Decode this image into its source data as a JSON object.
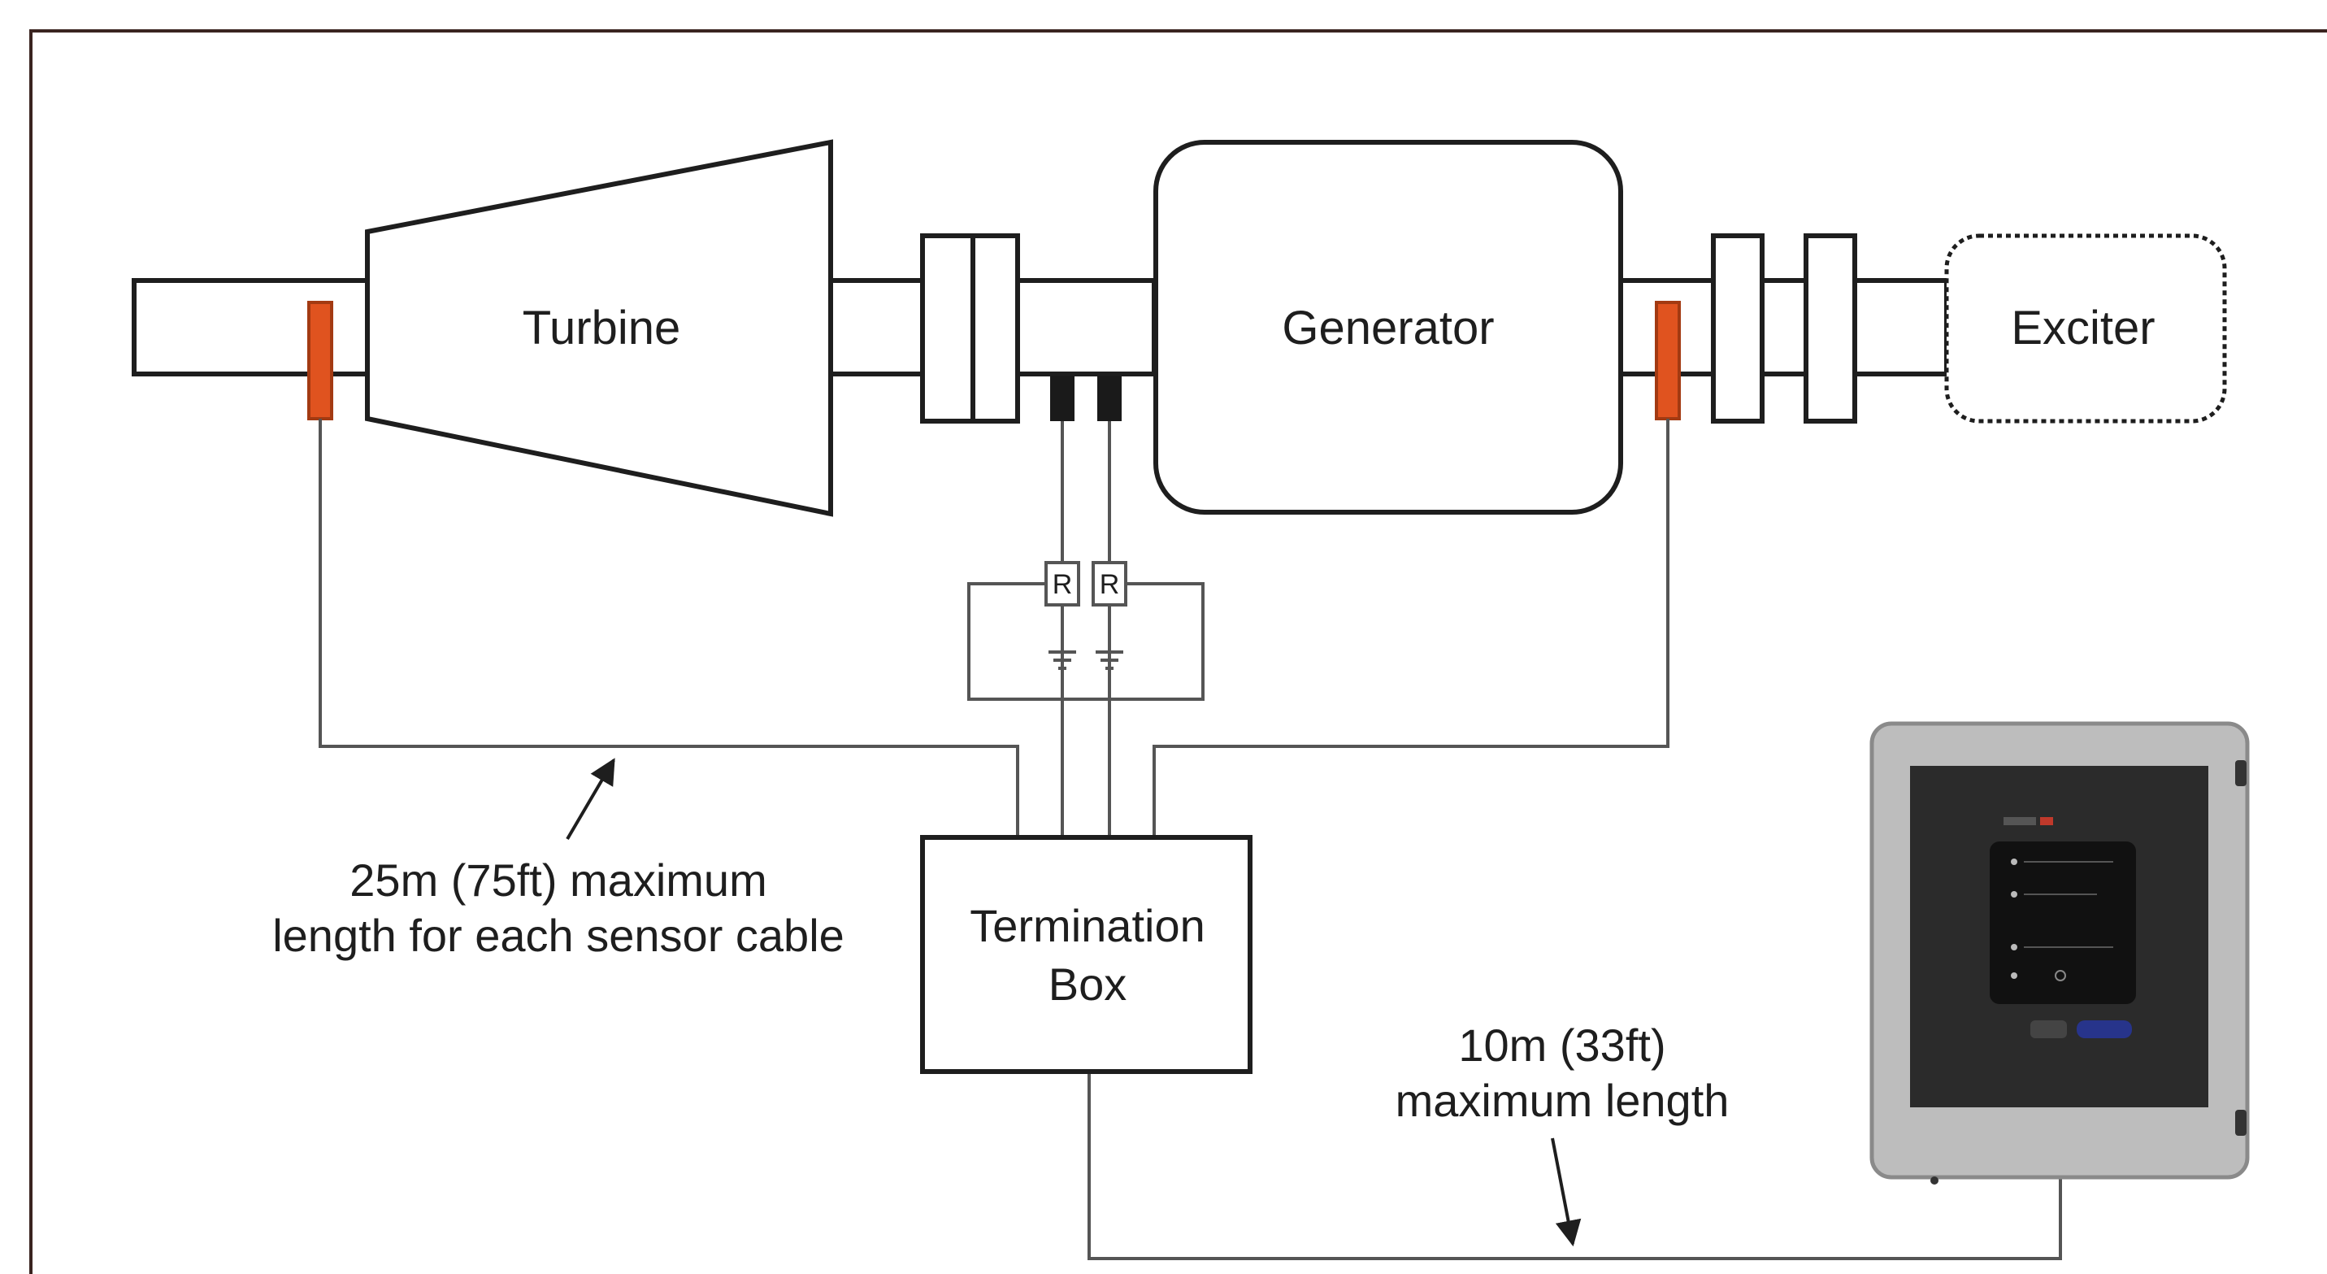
{
  "components": {
    "turbine": "Turbine",
    "generator": "Generator",
    "exciter": "Exciter",
    "termination_box_line1": "Termination",
    "termination_box_line2": "Box",
    "resistor_left": "R",
    "resistor_right": "R"
  },
  "annotations": {
    "sensor_cable_line1": "25m (75ft) maximum",
    "sensor_cable_line2": "length for each sensor cable",
    "monitor_cable_line1": "10m (33ft)",
    "monitor_cable_line2": "maximum length"
  },
  "colors": {
    "sensor": "#e0531f",
    "sensor_stroke": "#a33a12",
    "line": "#1e1e1e",
    "wire": "#555555",
    "border": "#3a2420",
    "monitor_body": "#bdbdbd",
    "monitor_screen": "#2b2b2b"
  },
  "icons": {
    "monitor": "monitoring-unit-device",
    "ground": "ground-symbol",
    "arrow": "leader-arrow"
  }
}
